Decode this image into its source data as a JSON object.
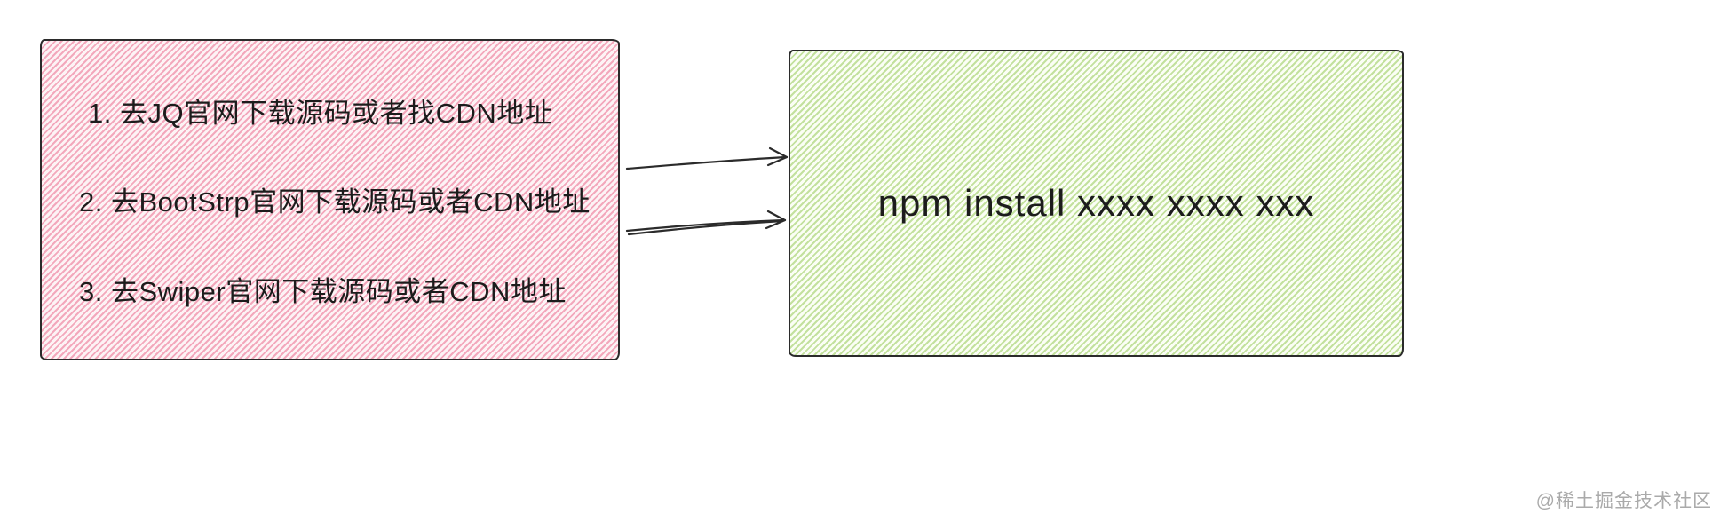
{
  "colors": {
    "stroke": "#2b2b2b",
    "text": "#1c1c1c",
    "pink-line": "#f3a8bc",
    "pink-bg": "#fdf3f5",
    "green-line": "#c3e19e",
    "green-bg": "#fbfef5",
    "watermark": "#aaaaaa"
  },
  "left_box": {
    "items": [
      {
        "label": "1. 去JQ官网下载源码或者找CDN地址"
      },
      {
        "label": "2. 去BootStrp官网下载源码或者CDN地址"
      },
      {
        "label": "3. 去Swiper官网下载源码或者CDN地址"
      }
    ]
  },
  "right_box": {
    "label": "npm install xxxx xxxx xxx"
  },
  "watermark": {
    "label": "@稀土掘金技术社区"
  }
}
